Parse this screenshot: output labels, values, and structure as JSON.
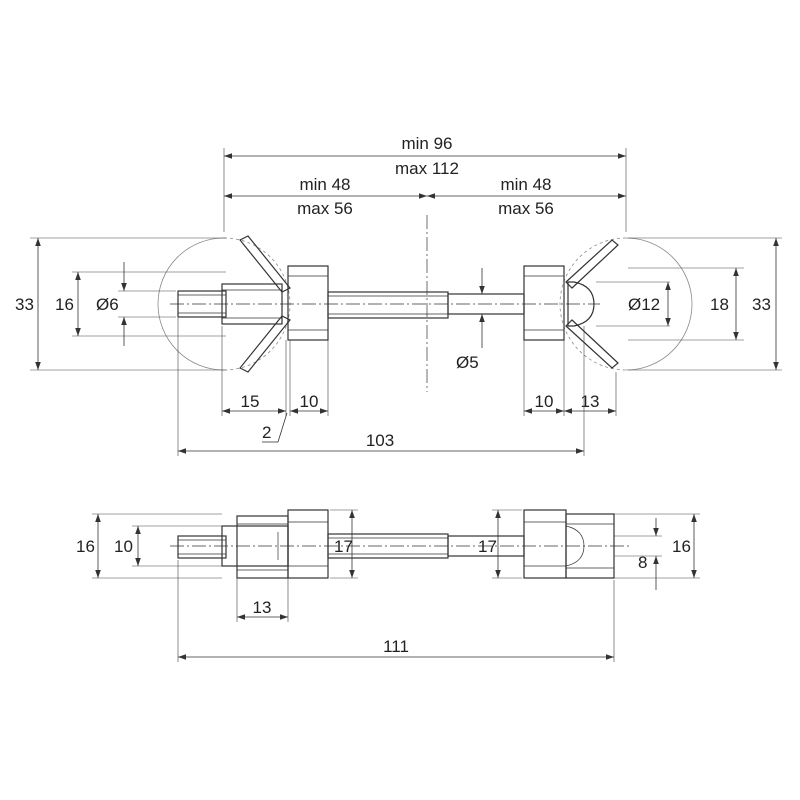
{
  "labels": {
    "overall_min": "min 96",
    "overall_max": "max 112",
    "left_half_min": "min 48",
    "left_half_max": "max 56",
    "right_half_min": "min 48",
    "right_half_max": "max 56",
    "left_height_outer": "33",
    "left_height_inner": "16",
    "left_rod_diameter": "Ø6",
    "bolt_diameter": "Ø5",
    "right_head_diameter": "Ø12",
    "right_height_inner": "18",
    "right_height_outer": "33",
    "left_nut_length": "15",
    "left_washer_length": "10",
    "gap_small": "2",
    "top_total_length": "103",
    "right_nut_length": "10",
    "right_cap_length": "13",
    "bottom_left_outer": "16",
    "bottom_left_inner": "10",
    "bottom_width_left": "17",
    "bottom_width_right": "17",
    "bottom_right_inner": "8",
    "bottom_right_outer": "16",
    "bottom_nut_length": "13",
    "bottom_total_length": "111"
  }
}
